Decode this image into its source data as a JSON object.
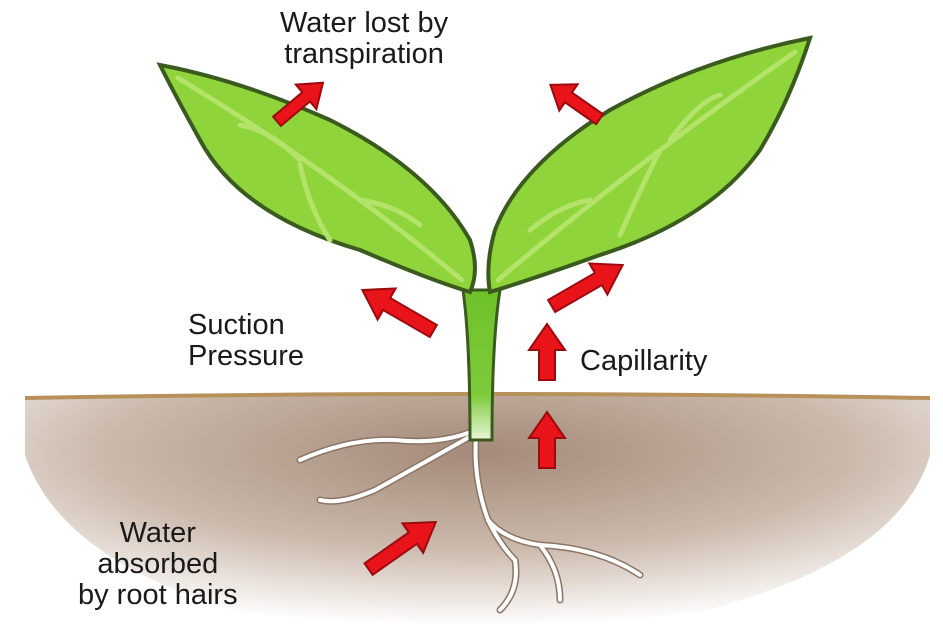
{
  "diagram": {
    "labels": {
      "transpiration": [
        "Water lost by",
        "transpiration"
      ],
      "suction": [
        "Suction",
        "Pressure"
      ],
      "capillarity": [
        "Capillarity"
      ],
      "absorption": [
        "Water",
        "absorbed",
        "by root hairs"
      ]
    },
    "colors": {
      "leaf": "#8ed43a",
      "leaf_vein": "#b4e36a",
      "stem": "#6fc22a",
      "outline": "#3a5a1e",
      "soil_line": "#b8915a",
      "soil_dark": "#a48a78",
      "root": "#ffffff",
      "arrow": "#e8141a"
    }
  }
}
